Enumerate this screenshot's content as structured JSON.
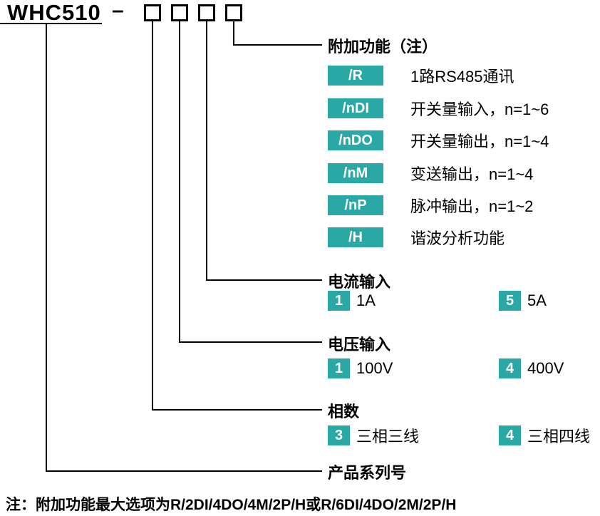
{
  "diagram": {
    "model": "WHC510",
    "separator": "–",
    "series_label": "产品系列号",
    "note": "注：附加功能最大选项为R/2DI/4DO/4M/2P/H或R/6DI/4DO/2M/2P/H",
    "features": {
      "title": "附加功能（注）",
      "items": [
        {
          "code": "/R",
          "desc": "1路RS485通讯"
        },
        {
          "code": "/nDI",
          "desc": "开关量输入，n=1~6"
        },
        {
          "code": "/nDO",
          "desc": "开关量输出，n=1~4"
        },
        {
          "code": "/nM",
          "desc": "变送输出，n=1~4"
        },
        {
          "code": "/nP",
          "desc": "脉冲输出，n=1~2"
        },
        {
          "code": "/H",
          "desc": "谐波分析功能"
        }
      ]
    },
    "current": {
      "title": "电流输入",
      "options": [
        {
          "code": "1",
          "desc": "1A"
        },
        {
          "code": "5",
          "desc": "5A"
        }
      ]
    },
    "voltage": {
      "title": "电压输入",
      "options": [
        {
          "code": "1",
          "desc": "100V"
        },
        {
          "code": "4",
          "desc": "400V"
        }
      ]
    },
    "phase": {
      "title": "相数",
      "options": [
        {
          "code": "3",
          "desc": "三相三线"
        },
        {
          "code": "4",
          "desc": "三相四线"
        }
      ]
    },
    "colors": {
      "badge": "#29a8a5",
      "line": "#000000"
    }
  }
}
